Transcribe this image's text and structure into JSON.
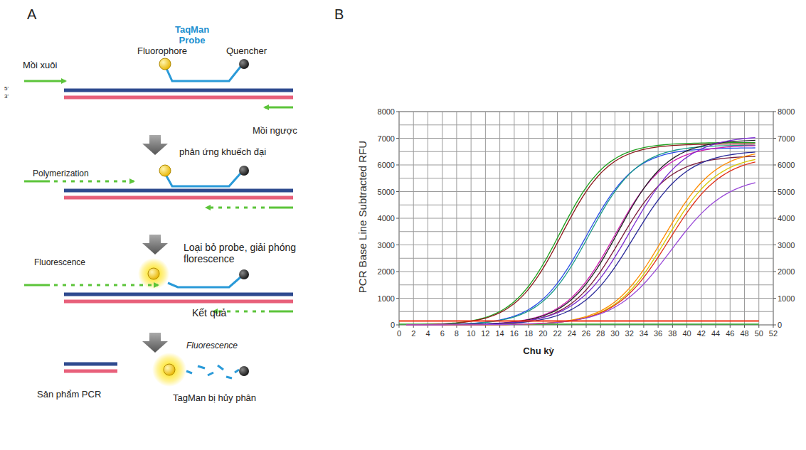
{
  "diagram": {
    "labels": [
      "A",
      "B",
      "Mồi xuôi",
      "Fluorophore",
      "TaqMan Probe",
      "Quencher",
      "5'",
      "3'",
      "Mồi ngược",
      "phản ứng khuếch đại",
      "Polymerization",
      "Loại bỏ probe, giải phóng florescence",
      "Fluorescence",
      "Kết quả",
      "Fluorescence",
      "Sản phẩm PCR",
      "TagMan bị hủy phân",
      "PCR Base Line Subtracted RFU",
      "Chu kỳ",
      "0",
      "1000",
      "2000",
      "3000",
      "4000",
      "5000",
      "6000",
      "7000",
      "8000",
      "0",
      "1000",
      "2000",
      "3000",
      "4000",
      "5000",
      "6000",
      "7000",
      "8000",
      "0",
      "2",
      "4",
      "6",
      "8",
      "10",
      "12",
      "14",
      "16",
      "18",
      "20",
      "22",
      "24",
      "26",
      "28",
      "30",
      "32",
      "34",
      "36",
      "38",
      "40",
      "42",
      "44",
      "46",
      "48",
      "50",
      "52"
    ]
  }
}
